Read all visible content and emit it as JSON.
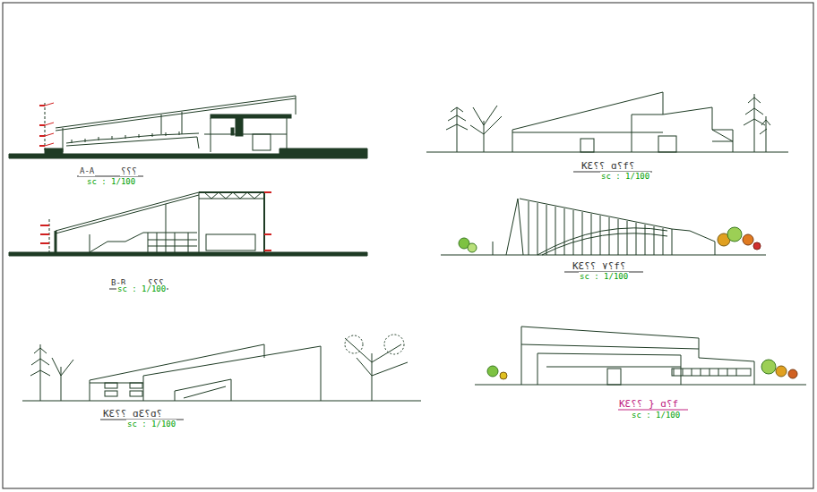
{
  "diagram": {
    "labels": [
      "A-A",
      "؟؟؟",
      "sc : 1/100",
      "B-B",
      "؟؟؟",
      "sc : 1/100",
      "KƐ؟؟ ɑ؟f؟",
      "sc : 1/100",
      "KƐ؟؟ ٧؟f؟",
      "sc : 1/100",
      "KƐ؟؟ ɑƐ؟ɑ؟",
      "sc : 1/100",
      "KƐ؟؟ } ɑ؟f",
      "sc : 1/100"
    ]
  }
}
